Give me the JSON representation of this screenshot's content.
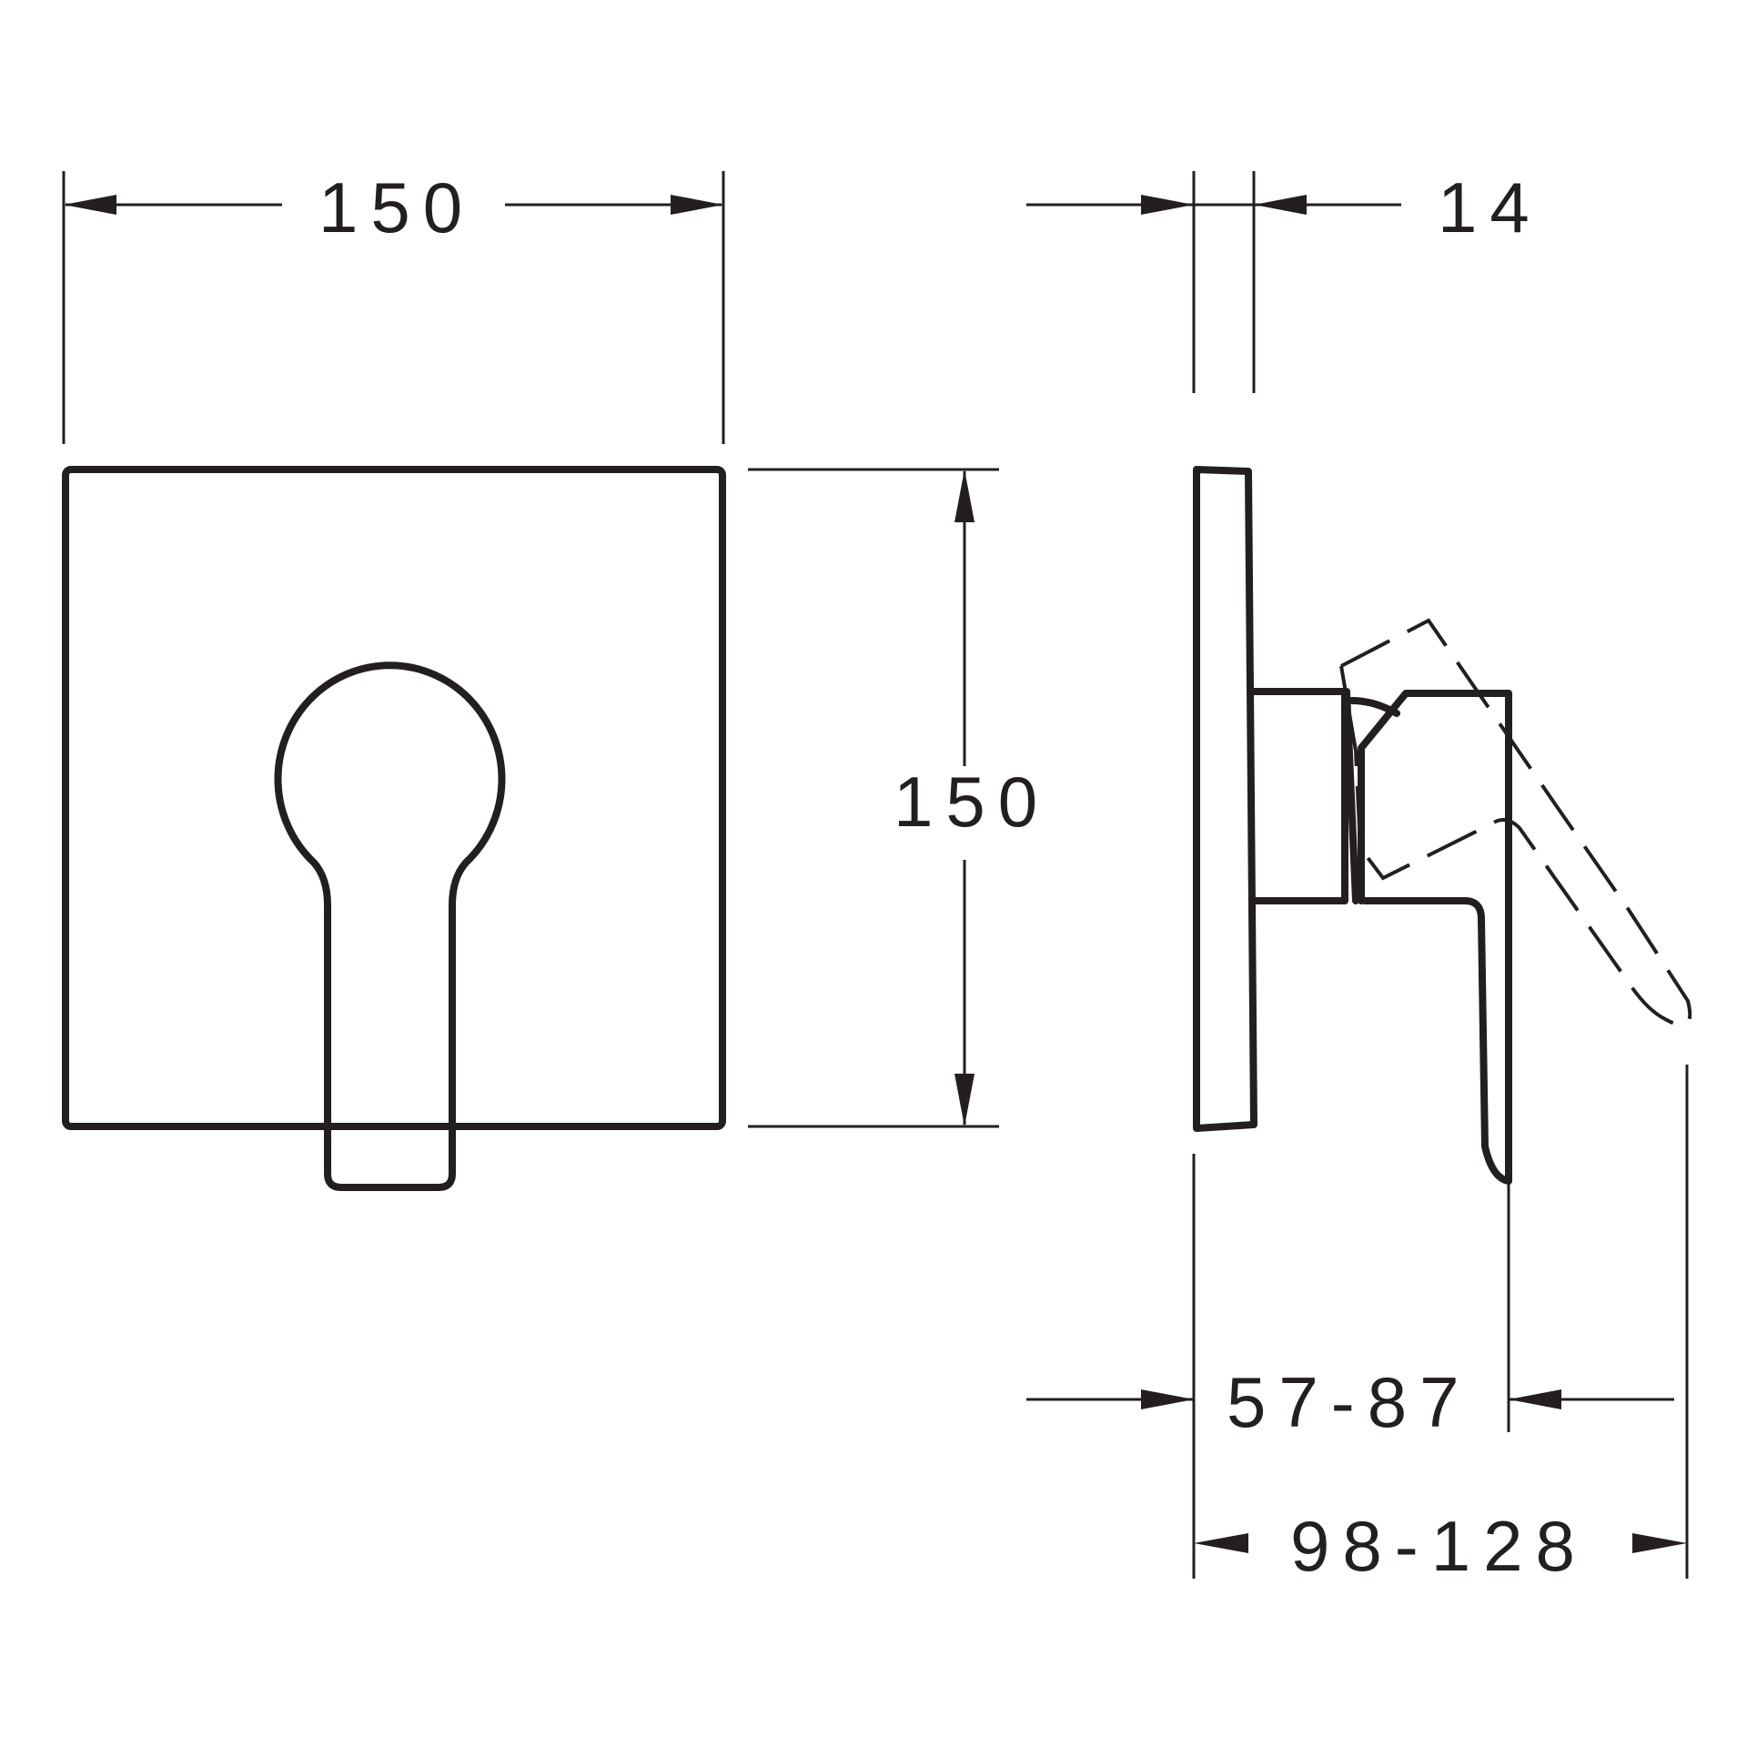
{
  "drawing": {
    "subject": "concealed single-lever shower mixer trim",
    "front_view": {
      "width_label": "150",
      "height_label": "150"
    },
    "side_view": {
      "plate_thickness_label": "14",
      "projection_label": "57-87",
      "total_depth_label": "98-128"
    },
    "units": "mm",
    "line_color": "#231f20",
    "background_color": "#ffffff"
  }
}
